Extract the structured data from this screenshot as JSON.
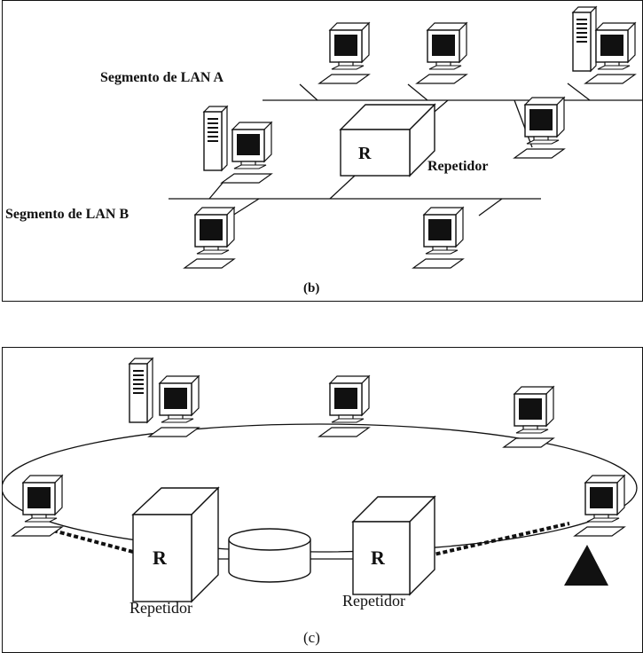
{
  "panel_b": {
    "segment_a_label": "Segmento de LAN A",
    "segment_b_label": "Segmento de LAN B",
    "repeater_letter": "R",
    "repeater_label": "Repetidor",
    "caption": "(b)"
  },
  "panel_c": {
    "repeater_left_letter": "R",
    "repeater_left_label": "Repetidor",
    "repeater_right_letter": "R",
    "repeater_right_label": "Repetidor",
    "caption": "(c)"
  },
  "icons": [
    "workstation-icon",
    "server-tower-icon",
    "repeater-box-icon",
    "disk-cylinder-icon",
    "terminator-triangle-icon"
  ]
}
